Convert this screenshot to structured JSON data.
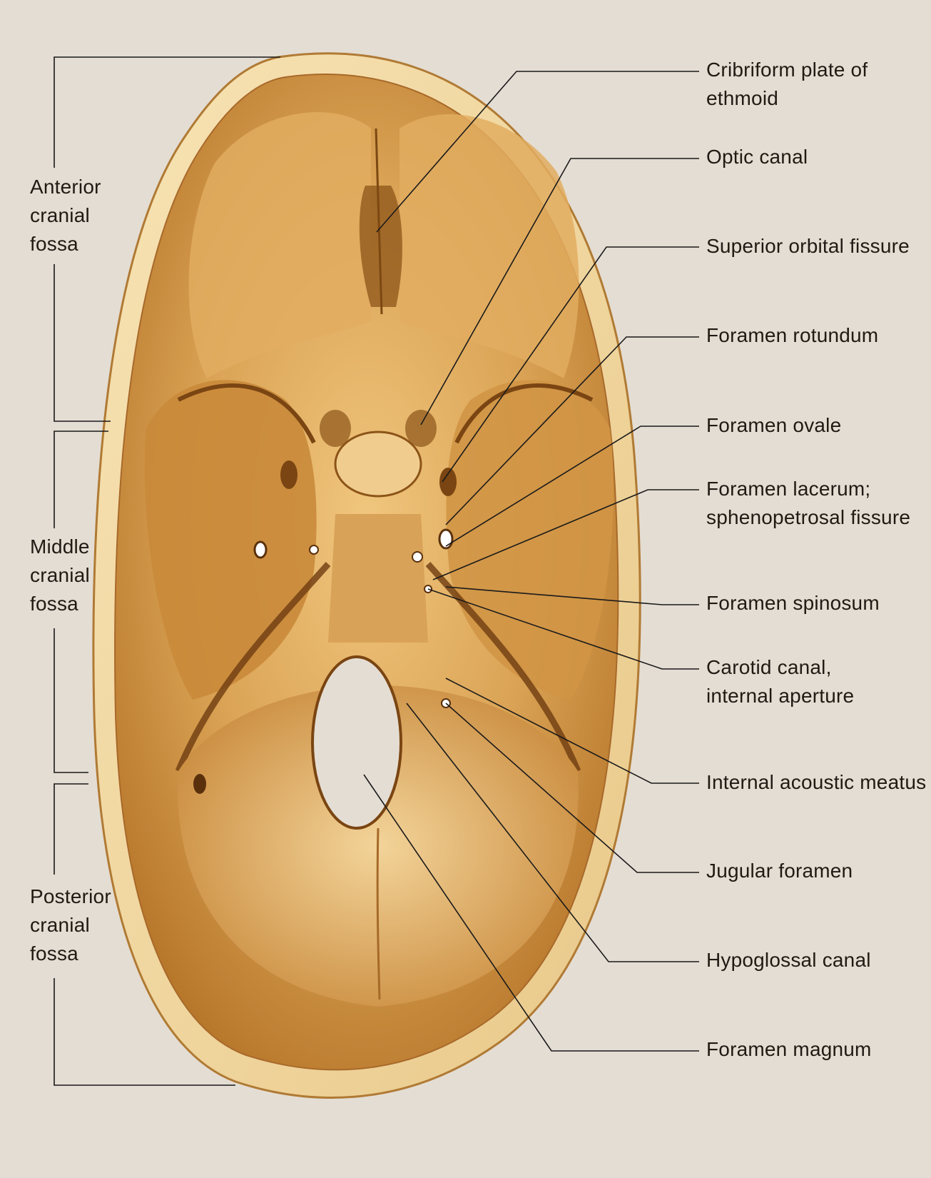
{
  "colors": {
    "background": "#e4ddd3",
    "bone_light": "#f4dca6",
    "bone_mid": "#d49a48",
    "bone_dark": "#8c5418",
    "leader_line": "#1a1a1a"
  },
  "left_labels": [
    {
      "id": "anterior",
      "text": "Anterior\ncranial\nfossa"
    },
    {
      "id": "middle",
      "text": "Middle\ncranial\nfossa"
    },
    {
      "id": "posterior",
      "text": "Posterior\ncranial\nfossa"
    }
  ],
  "right_labels": [
    {
      "id": "cribriform",
      "text": "Cribriform plate of ethmoid"
    },
    {
      "id": "optic",
      "text": "Optic canal"
    },
    {
      "id": "superior-orbital",
      "text": "Superior orbital fissure"
    },
    {
      "id": "rotundum",
      "text": "Foramen rotundum"
    },
    {
      "id": "ovale",
      "text": "Foramen ovale"
    },
    {
      "id": "lacerum",
      "text": "Foramen lacerum;\nsphenopetrosal fissure"
    },
    {
      "id": "spinosum",
      "text": "Foramen spinosum"
    },
    {
      "id": "carotid",
      "text": "Carotid canal,\ninternal aperture"
    },
    {
      "id": "acoustic",
      "text": "Internal acoustic meatus"
    },
    {
      "id": "jugular",
      "text": "Jugular foramen"
    },
    {
      "id": "hypoglossal",
      "text": "Hypoglossal canal"
    },
    {
      "id": "magnum",
      "text": "Foramen magnum"
    }
  ]
}
